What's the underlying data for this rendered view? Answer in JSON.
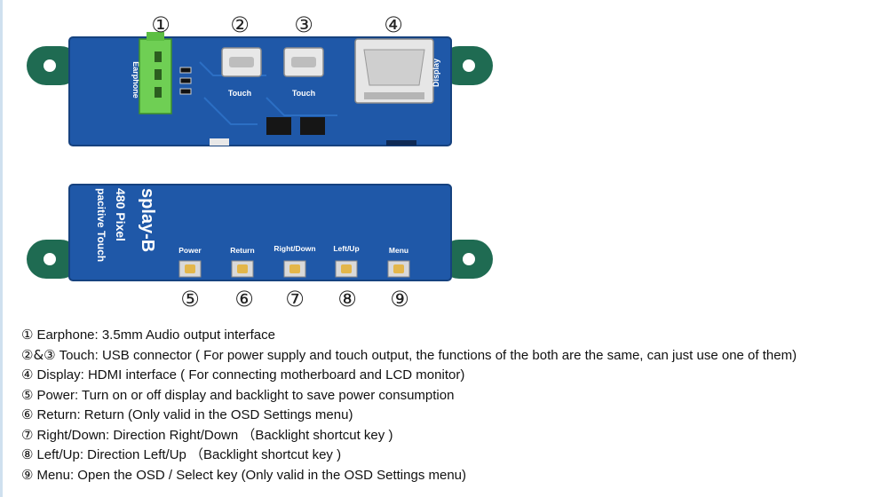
{
  "callouts": [
    "①",
    "②",
    "③",
    "④",
    "⑤",
    "⑥",
    "⑦",
    "⑧",
    "⑨"
  ],
  "board_top": {
    "earphone_label": "Earphone",
    "touch_label_1": "Touch",
    "touch_label_2": "Touch",
    "display_label": "Display"
  },
  "board_bottom": {
    "silk_lines": [
      "splay-B",
      "480 Pixel",
      "pacitive Touch"
    ],
    "buttons": [
      "Power",
      "Return",
      "Right/Down",
      "Left/Up",
      "Menu"
    ]
  },
  "descriptions": [
    {
      "num": "①",
      "text": "Earphone: 3.5mm Audio output interface"
    },
    {
      "num": "②&③",
      "text": "Touch: USB connector ( For power supply and touch output, the functions of the both are the same, can just use one of them)"
    },
    {
      "num": "④",
      "text": "Display: HDMI interface ( For connecting motherboard and LCD monitor)"
    },
    {
      "num": "⑤",
      "text": "Power: Turn on or off display and backlight to save power consumption"
    },
    {
      "num": "⑥",
      "text": "Return: Return (Only valid in the OSD Settings menu)"
    },
    {
      "num": "⑦",
      "text": "Right/Down: Direction Right/Down （Backlight shortcut key )"
    },
    {
      "num": "⑧",
      "text": "Left/Up: Direction Left/Up （Backlight shortcut key )"
    },
    {
      "num": "⑨",
      "text": "Menu: Open the OSD / Select key (Only valid in the OSD Settings menu)"
    }
  ],
  "colors": {
    "pcb_blue": "#1f58a8",
    "pcb_edge": "#16427f",
    "tab_green": "#1f6b52",
    "audio_jack": "#6fcf54",
    "button_gold": "#e3b64a"
  }
}
